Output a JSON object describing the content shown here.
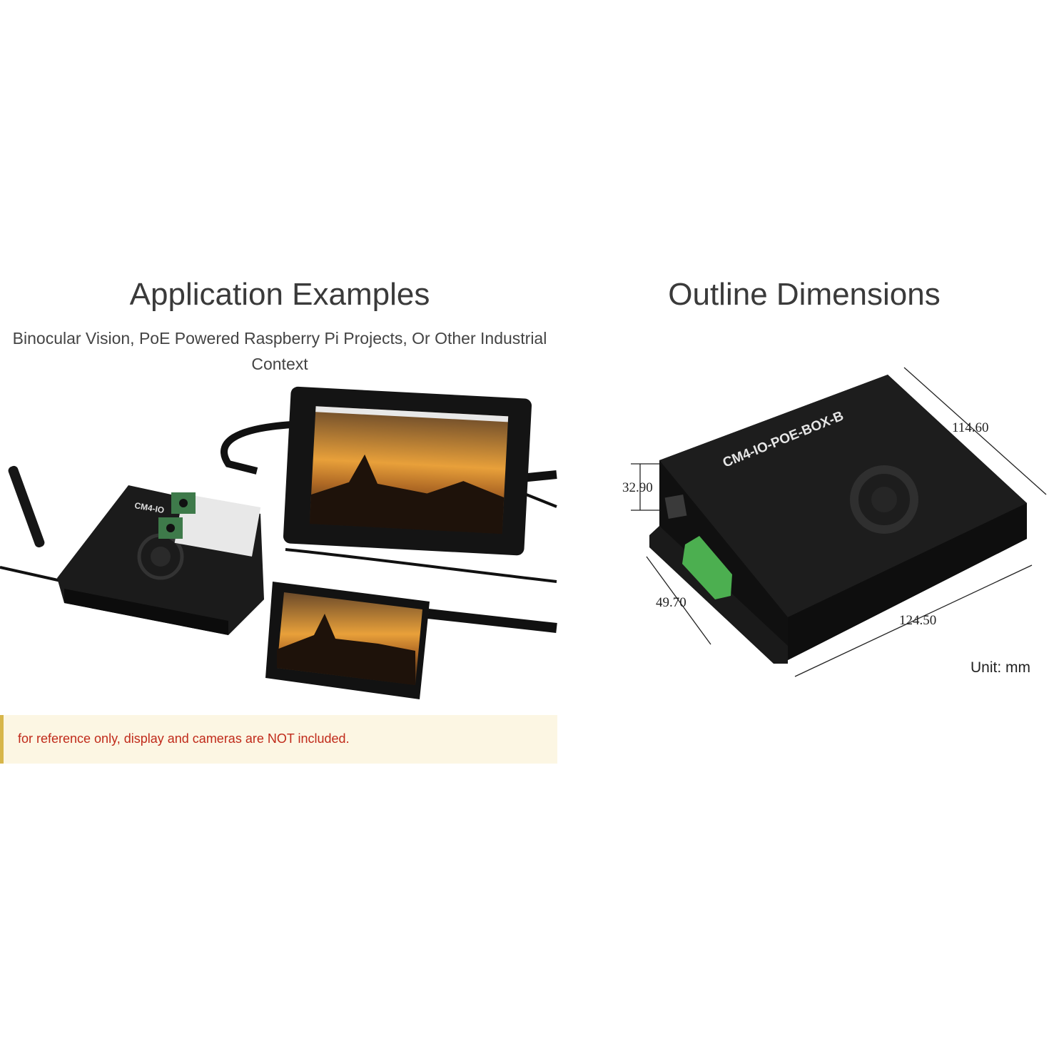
{
  "left": {
    "title": "Application Examples",
    "subtitle": "Binocular Vision, PoE Powered Raspberry Pi Projects, Or Other Industrial Context",
    "device_label": "CM4-IO",
    "note": "for reference only, display and cameras are NOT included."
  },
  "right": {
    "title": "Outline Dimensions",
    "device_label": "CM4-IO-POE-BOX-B",
    "dimensions": {
      "depth": "114.60",
      "height": "32.90",
      "mount": "49.70",
      "width": "124.50"
    },
    "unit": "Unit: mm"
  },
  "colors": {
    "accent_border": "#d7b64a",
    "note_bg": "#fcf6e3",
    "note_text": "#c02a1a",
    "terminal_green": "#4caf50"
  }
}
